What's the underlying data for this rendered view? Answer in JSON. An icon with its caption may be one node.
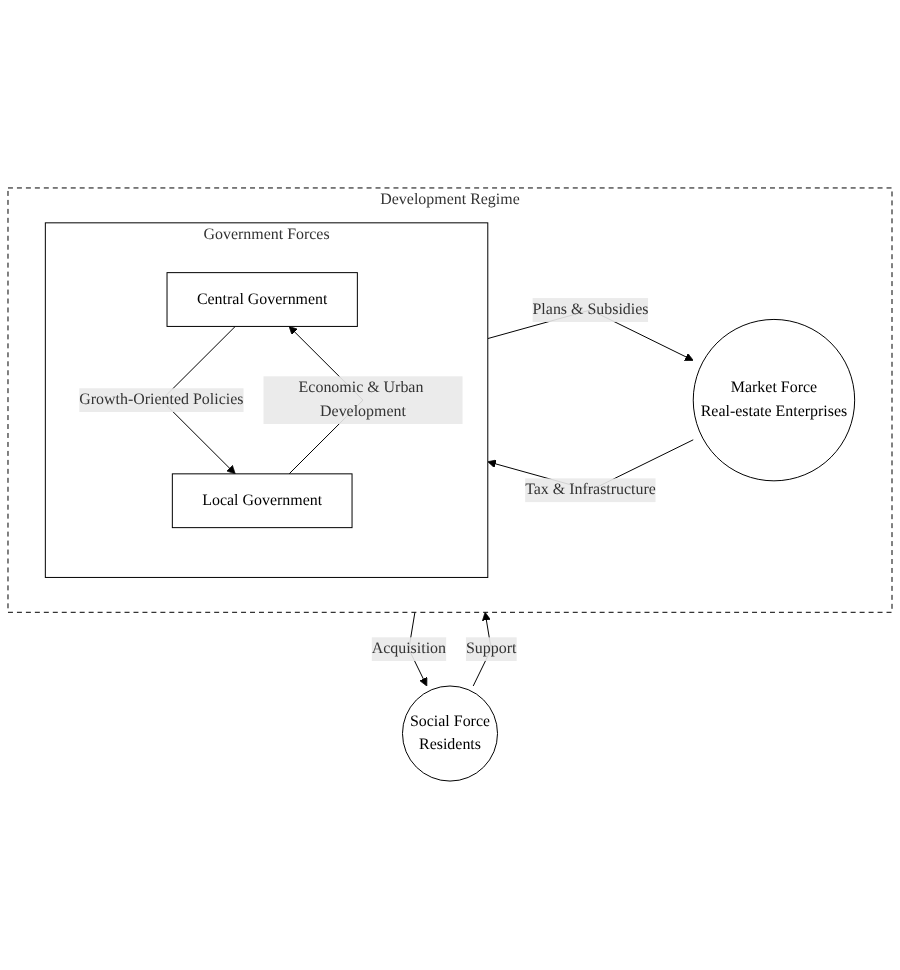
{
  "diagram": {
    "nodes": [
      {
        "text": [
          "Development Regime"
        ]
      },
      {
        "text": [
          "Government Forces"
        ],
        "in": 0
      },
      {
        "text": [
          "Central Government"
        ],
        "in": 1
      },
      {
        "text": [
          "Local Government"
        ],
        "in": 1
      },
      {
        "text": [
          "Market Force",
          "Real-estate Enterprises"
        ],
        "in": 0
      },
      {
        "text": [
          "Social Force",
          "Residents"
        ]
      }
    ],
    "edges": [
      {
        "from": 2,
        "to": 3,
        "arrow": "to",
        "label": "Growth-Oriented Policies"
      },
      {
        "from": 3,
        "to": 2,
        "arrow": "to",
        "label": "Economic & Urban Development"
      },
      {
        "from": 1,
        "to": 4,
        "arrow": "to",
        "label": "Plans & Subsidies"
      },
      {
        "from": 4,
        "to": 1,
        "arrow": "to",
        "label": "Tax & Infrastructure"
      },
      {
        "from": 5,
        "to": 0,
        "arrow": "to",
        "label": "Support"
      },
      {
        "from": 0,
        "to": 5,
        "arrow": "to",
        "label": "Acquisition"
      }
    ]
  }
}
